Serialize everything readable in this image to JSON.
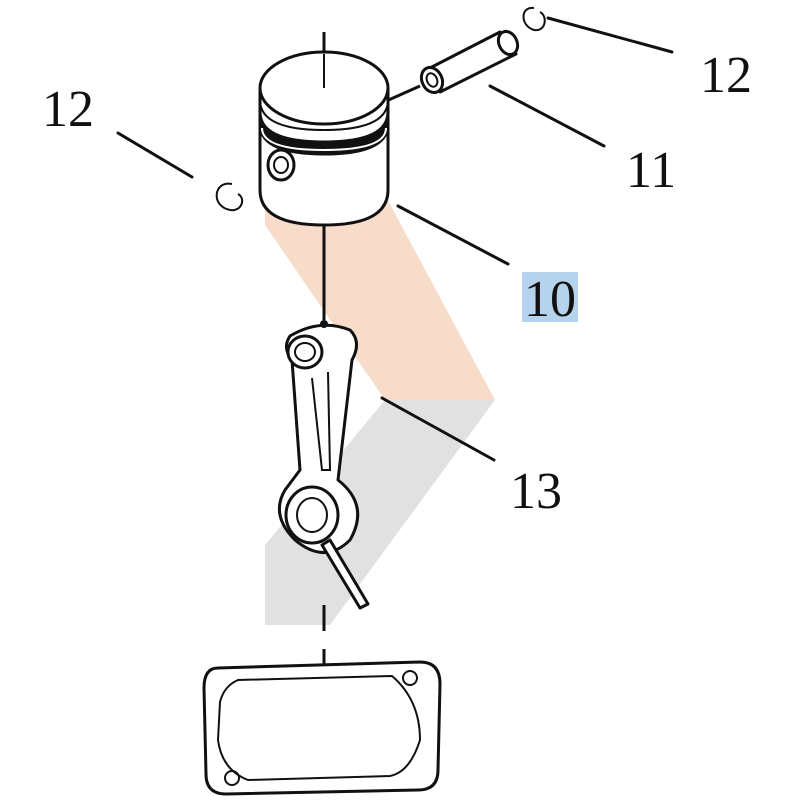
{
  "callouts": [
    {
      "id": "c12a",
      "number": "12"
    },
    {
      "id": "c12b",
      "number": "12"
    },
    {
      "id": "c11",
      "number": "11"
    },
    {
      "id": "c10",
      "number": "10",
      "highlighted": true
    },
    {
      "id": "c13",
      "number": "13"
    }
  ],
  "colors": {
    "line": "#111111",
    "watermark_orange": "#f6d8c4",
    "watermark_gray": "#dedede",
    "highlight_blue": "#b6d3ee"
  }
}
